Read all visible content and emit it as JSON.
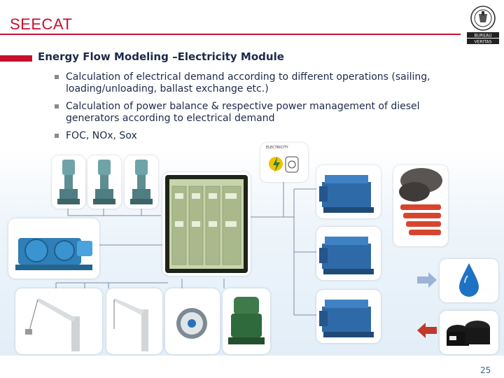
{
  "header": {
    "title": "SEECAT"
  },
  "logo": {
    "line1": "BUREAU",
    "line2": "VERITAS"
  },
  "section": {
    "title": "Energy Flow Modeling –Electricity Module"
  },
  "bullets": [
    "Calculation of electrical demand according to different operations (sailing, loading/unloading, ballast exchange etc.)",
    "Calculation of power balance & respective power management of diesel generators according to electrical demand",
    "FOC, NOx, Sox"
  ],
  "electricity_card": {
    "label": "ELECTRICITY"
  },
  "page": {
    "number": "25"
  },
  "colors": {
    "accent": "#c8102e",
    "text": "#1b2a4a",
    "page_number": "#3a5fa0",
    "arrow_in": "#9bb3d6",
    "arrow_out": "#c0392b"
  },
  "icons": [
    "pump-image",
    "winch-image",
    "switchboard-image",
    "crane-image",
    "fan-image",
    "compressor-image",
    "diesel-generator-image",
    "exhaust-smoke-image",
    "water-drop-image",
    "oil-barrels-image",
    "electricity-icon",
    "bureau-veritas-logo"
  ]
}
